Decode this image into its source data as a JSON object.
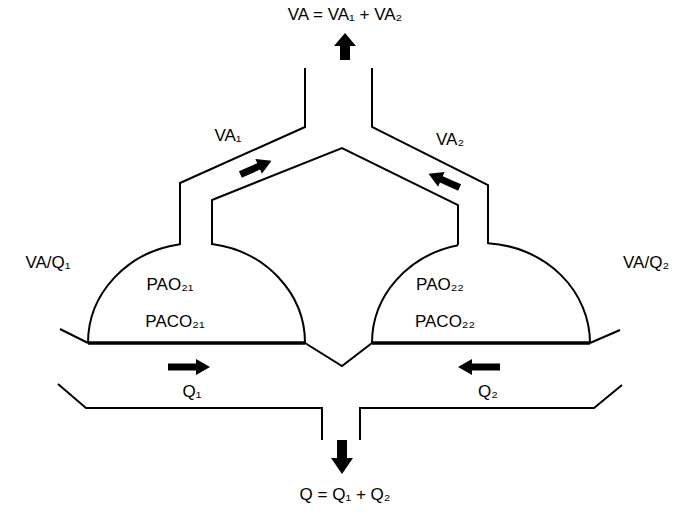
{
  "diagram": {
    "nodes": [
      {
        "text": [
          "PAO₂₁",
          "PACO₂₁"
        ]
      },
      {
        "text": [
          "PAO₂₂",
          "PACO₂₂"
        ]
      }
    ],
    "labels": [
      "VA = VA₁ + VA₂",
      "VA₁",
      "VA₂",
      "VA/Q₁",
      "VA/Q₂",
      "Q₁",
      "Q₂",
      "Q = Q₁ + Q₂"
    ]
  }
}
